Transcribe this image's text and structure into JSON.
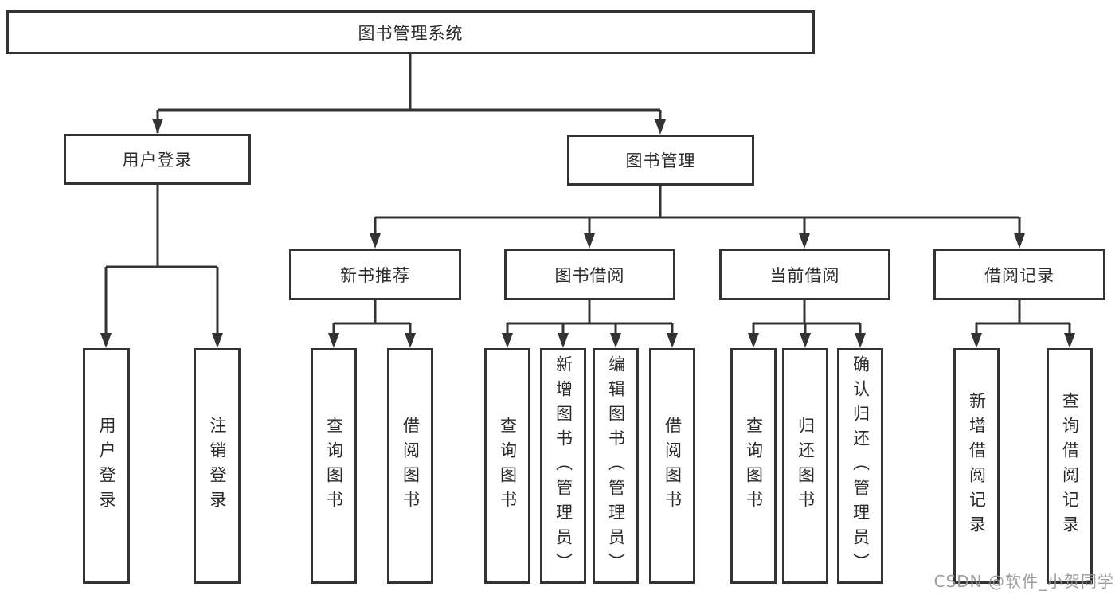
{
  "diagram_title": "图书管理系统",
  "watermark": "CSDN @软件_小贺同学",
  "colors": {
    "line": "#333333",
    "box_border": "#333333",
    "box_fill": "#ffffff",
    "text": "#2b2b2b",
    "watermark": "#949494"
  },
  "tree": {
    "label": "图书管理系统",
    "children": [
      {
        "label": "用户登录",
        "children": [
          {
            "label": "用户登录"
          },
          {
            "label": "注销登录"
          }
        ]
      },
      {
        "label": "图书管理",
        "children": [
          {
            "label": "新书推荐",
            "children": [
              {
                "label": "查询图书"
              },
              {
                "label": "借阅图书"
              }
            ]
          },
          {
            "label": "图书借阅",
            "children": [
              {
                "label": "查询图书"
              },
              {
                "label": "新增图书（管理员）"
              },
              {
                "label": "编辑图书（管理员）"
              },
              {
                "label": "借阅图书"
              }
            ]
          },
          {
            "label": "当前借阅",
            "children": [
              {
                "label": "查询图书"
              },
              {
                "label": "归还图书"
              },
              {
                "label": "确认归还（管理员）"
              }
            ]
          },
          {
            "label": "借阅记录",
            "children": [
              {
                "label": "新增借阅记录"
              },
              {
                "label": "查询借阅记录"
              }
            ]
          }
        ]
      }
    ]
  }
}
